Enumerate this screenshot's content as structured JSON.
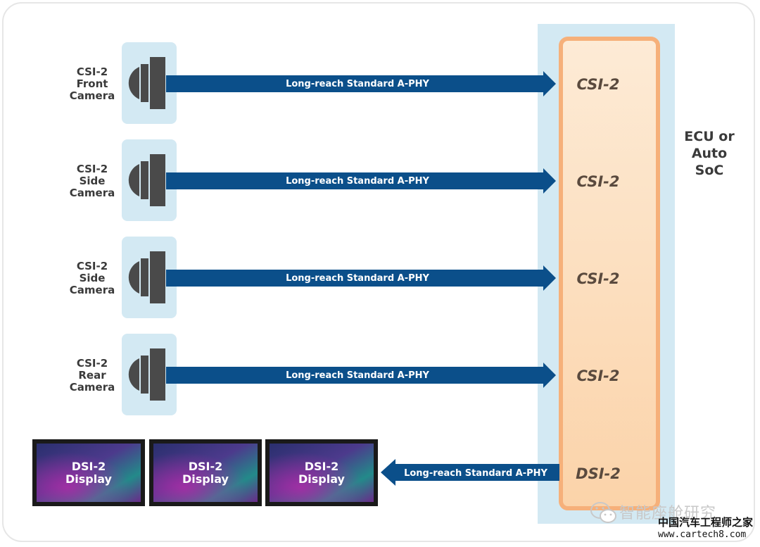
{
  "cameras": [
    {
      "lines": [
        "CSI-2",
        "Front",
        "Camera"
      ],
      "link": "Long-reach Standard A-PHY",
      "port": "CSI-2"
    },
    {
      "lines": [
        "CSI-2",
        "Side",
        "Camera"
      ],
      "link": "Long-reach Standard A-PHY",
      "port": "CSI-2"
    },
    {
      "lines": [
        "CSI-2",
        "Side",
        "Camera"
      ],
      "link": "Long-reach Standard A-PHY",
      "port": "CSI-2"
    },
    {
      "lines": [
        "CSI-2",
        "Rear",
        "Camera"
      ],
      "link": "Long-reach Standard A-PHY",
      "port": "CSI-2"
    }
  ],
  "display_link": {
    "link": "Long-reach Standard A-PHY",
    "port": "DSI-2"
  },
  "displays": [
    {
      "lines": [
        "DSI-2",
        "Display"
      ]
    },
    {
      "lines": [
        "DSI-2",
        "Display"
      ]
    },
    {
      "lines": [
        "DSI-2",
        "Display"
      ]
    }
  ],
  "ecu": {
    "lines": [
      "ECU or",
      "Auto",
      "SoC"
    ]
  },
  "watermark": {
    "main": "智能座舱研究",
    "sub": "中国汽车工程师之家",
    "url": "www.cartech8.com"
  },
  "colors": {
    "arrow": "#0b4f8a",
    "ecu_fill": "#fde3c8",
    "ecu_border": "#f6b07a",
    "panel": "#d3e9f3",
    "camera": "#4a4a4a"
  }
}
